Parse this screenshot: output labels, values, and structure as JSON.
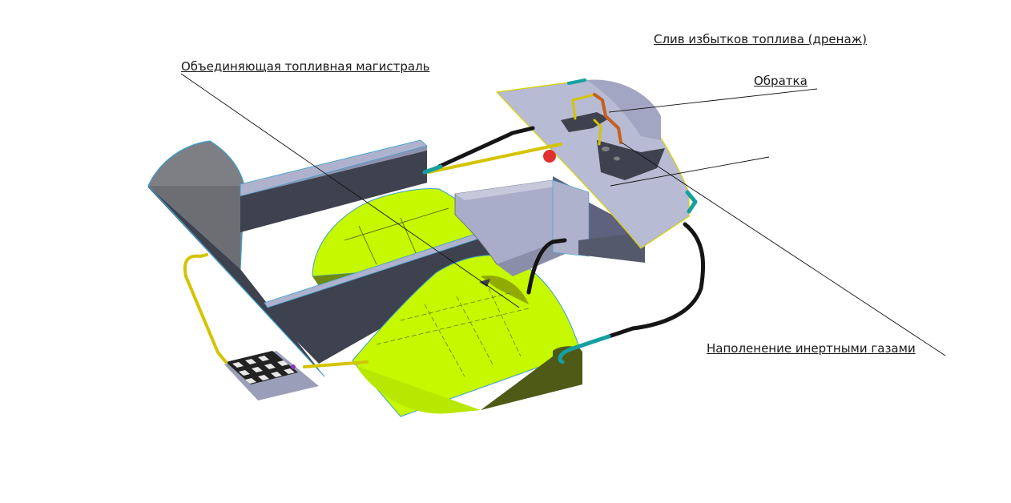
{
  "labels": {
    "main_fuel_line": "Объединяющая топливная магистраль",
    "excess_fuel_drain": "Слив избытков топлива (дренаж)",
    "return_line": "Обратка",
    "inert_gas_fill": "Наполенение инертными газами"
  },
  "colors": {
    "tank_face": "#c6f800",
    "tank_shadow": "#4e5a16",
    "panel_dark": "#3e414e",
    "panel_light": "#a9adc9",
    "panel_grey": "#7d7f84",
    "pipe_black": "#151515",
    "pipe_yellow": "#d4c400",
    "pipe_teal": "#14a0a0",
    "pipe_orange": "#c5601e",
    "edge_blue": "#3aa0d0"
  }
}
